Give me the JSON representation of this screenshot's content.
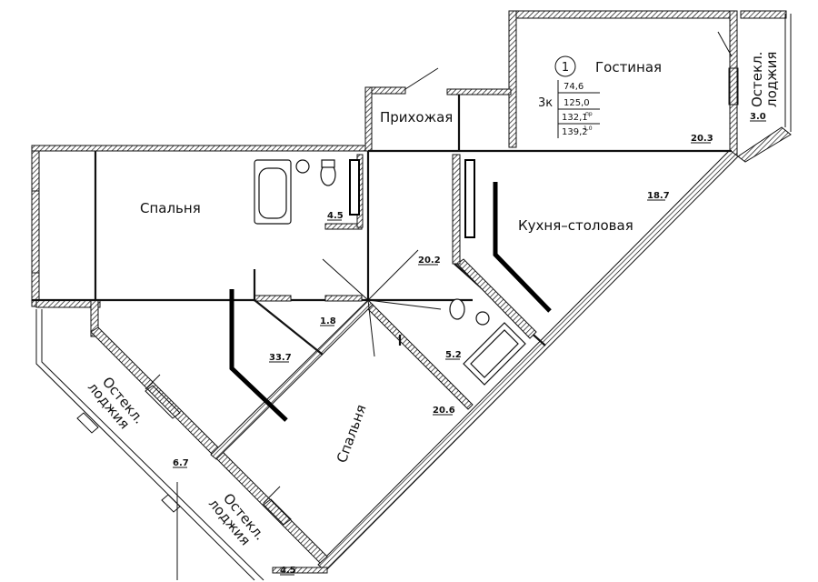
{
  "apartment": {
    "number": "1",
    "type": "3к",
    "areas": [
      "74,6",
      "125,0",
      "132,1",
      "139,2"
    ],
    "area_superscripts": [
      "",
      "",
      "пр",
      "1,0"
    ]
  },
  "rooms": {
    "living": "Гостиная",
    "hall": "Прихожая",
    "bedroom_1": "Спальня",
    "bedroom_2": "Спальня",
    "kitchen": "Кухня–столовая",
    "loggia_1": "Остекл. лоджия",
    "loggia_2": "Остекл. лоджия",
    "loggia_3": "Остекл. лоджия"
  },
  "loggia_lines": {
    "line1": "Остекл.",
    "line2": "лоджия"
  },
  "room_areas": {
    "living": "20.3",
    "loggia_top": "3.0",
    "kitchen": "18.7",
    "hall": "20.2",
    "bath_1": "4.5",
    "corridor": "1.8",
    "bedroom_1": "33.7",
    "bath_2": "5.2",
    "bedroom_2": "20.6",
    "loggia_left": "6.7",
    "loggia_bottom": "4.5"
  }
}
